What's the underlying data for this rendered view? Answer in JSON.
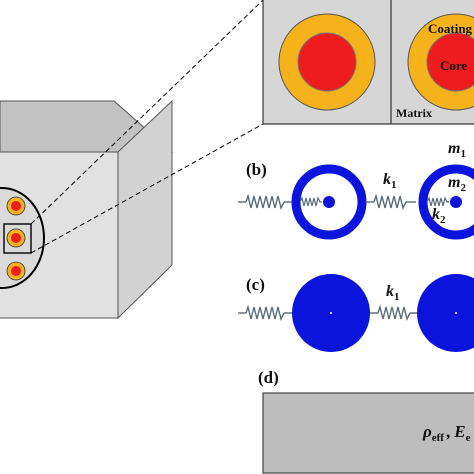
{
  "figure": {
    "inset": {
      "coating_label": "Coating",
      "core_label": "Core",
      "matrix_label": "Matrix"
    },
    "panel_b": {
      "label": "(b)",
      "k1": {
        "sym": "k",
        "sub": "1"
      },
      "m1": {
        "sym": "m",
        "sub": "1"
      },
      "m2": {
        "sym": "m",
        "sub": "2"
      },
      "k2": {
        "sym": "k",
        "sub": "2"
      }
    },
    "panel_c": {
      "label": "(c)",
      "k1": {
        "sym": "k",
        "sub": "1"
      }
    },
    "panel_d": {
      "label": "(d)",
      "rho": {
        "sym": "ρ",
        "sub": "eff"
      },
      "sep": ",",
      "E": {
        "sym": "E",
        "sub": "e"
      }
    },
    "colors": {
      "coating": "#f6b21a",
      "core": "#ee1c1c",
      "mass": "#0a14dc",
      "spring": "#5a6a7c",
      "cube_front": "#e1e1e1",
      "cube_top": "#c2c2c2",
      "cube_side": "#d2d2d2",
      "box": "#d6d6d6",
      "effective_medium": "#bdbdbd"
    }
  }
}
